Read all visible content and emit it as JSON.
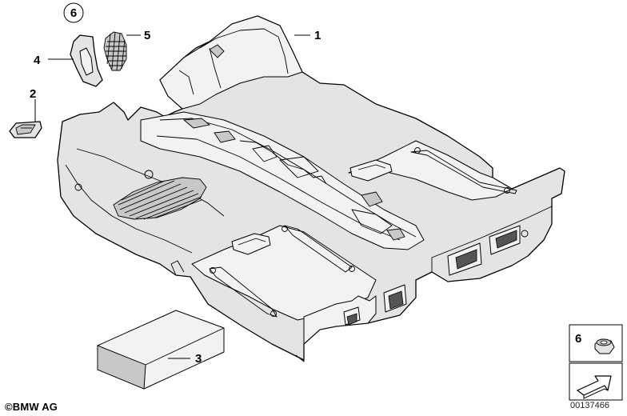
{
  "callouts": {
    "c1": "1",
    "c2": "2",
    "c3": "3",
    "c4": "4",
    "c5": "5",
    "c6_circled": "6",
    "c6_legend": "6"
  },
  "footer": {
    "brand": "©BMW AG",
    "diagram_code": "00137466"
  },
  "colors": {
    "line": "#000000",
    "part_fill": "#e4e4e4",
    "shade": "#c8c8c8"
  }
}
